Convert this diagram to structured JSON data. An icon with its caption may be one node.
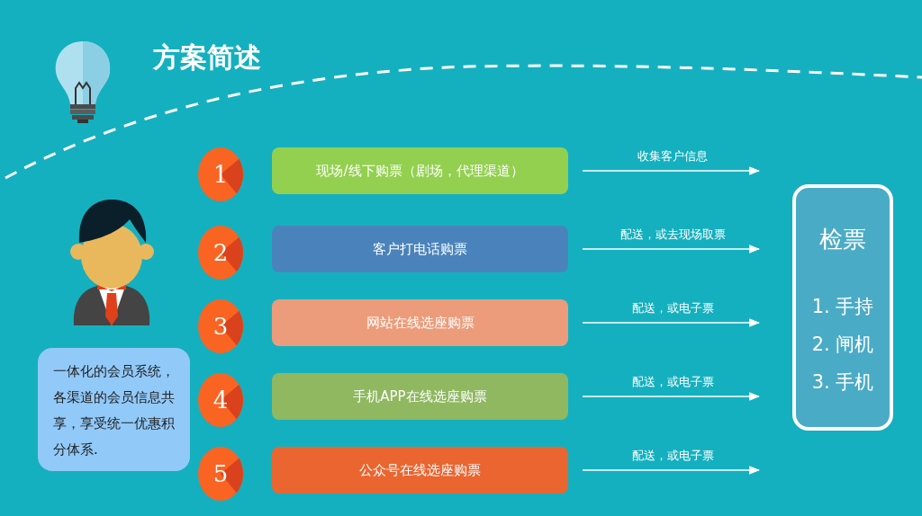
{
  "diagram": {
    "title": "方案简述",
    "nodes": [
      {
        "text": [
          "1"
        ]
      },
      {
        "text": [
          "现场/线下购票（剧场，代理渠道）"
        ]
      },
      {
        "text": [
          "2"
        ]
      },
      {
        "text": [
          "客户打电话购票"
        ]
      },
      {
        "text": [
          "3"
        ]
      },
      {
        "text": [
          "网站在线选座购票"
        ]
      },
      {
        "text": [
          "4"
        ]
      },
      {
        "text": [
          "手机APP在线选座购票"
        ]
      },
      {
        "text": [
          "5"
        ]
      },
      {
        "text": [
          "公众号在线选座购票"
        ]
      },
      {
        "text": [
          "检票",
          "1. 手持",
          "2. 闸机",
          "3. 手机"
        ]
      },
      {
        "text": [
          "一体化的会员系统，各渠道的会员信息共享，享受统一优惠积分体系."
        ]
      }
    ],
    "edges": [
      {
        "from": 1,
        "to": 10,
        "arrow": "to",
        "label": "收集客户信息"
      },
      {
        "from": 3,
        "to": 10,
        "arrow": "to",
        "label": "配送，或去现场取票"
      },
      {
        "from": 5,
        "to": 10,
        "arrow": "to",
        "label": "配送，或电子票"
      },
      {
        "from": 7,
        "to": 10,
        "arrow": "to",
        "label": "配送，或电子票"
      },
      {
        "from": 9,
        "to": 10,
        "arrow": "to",
        "label": "配送，或电子票"
      }
    ]
  }
}
